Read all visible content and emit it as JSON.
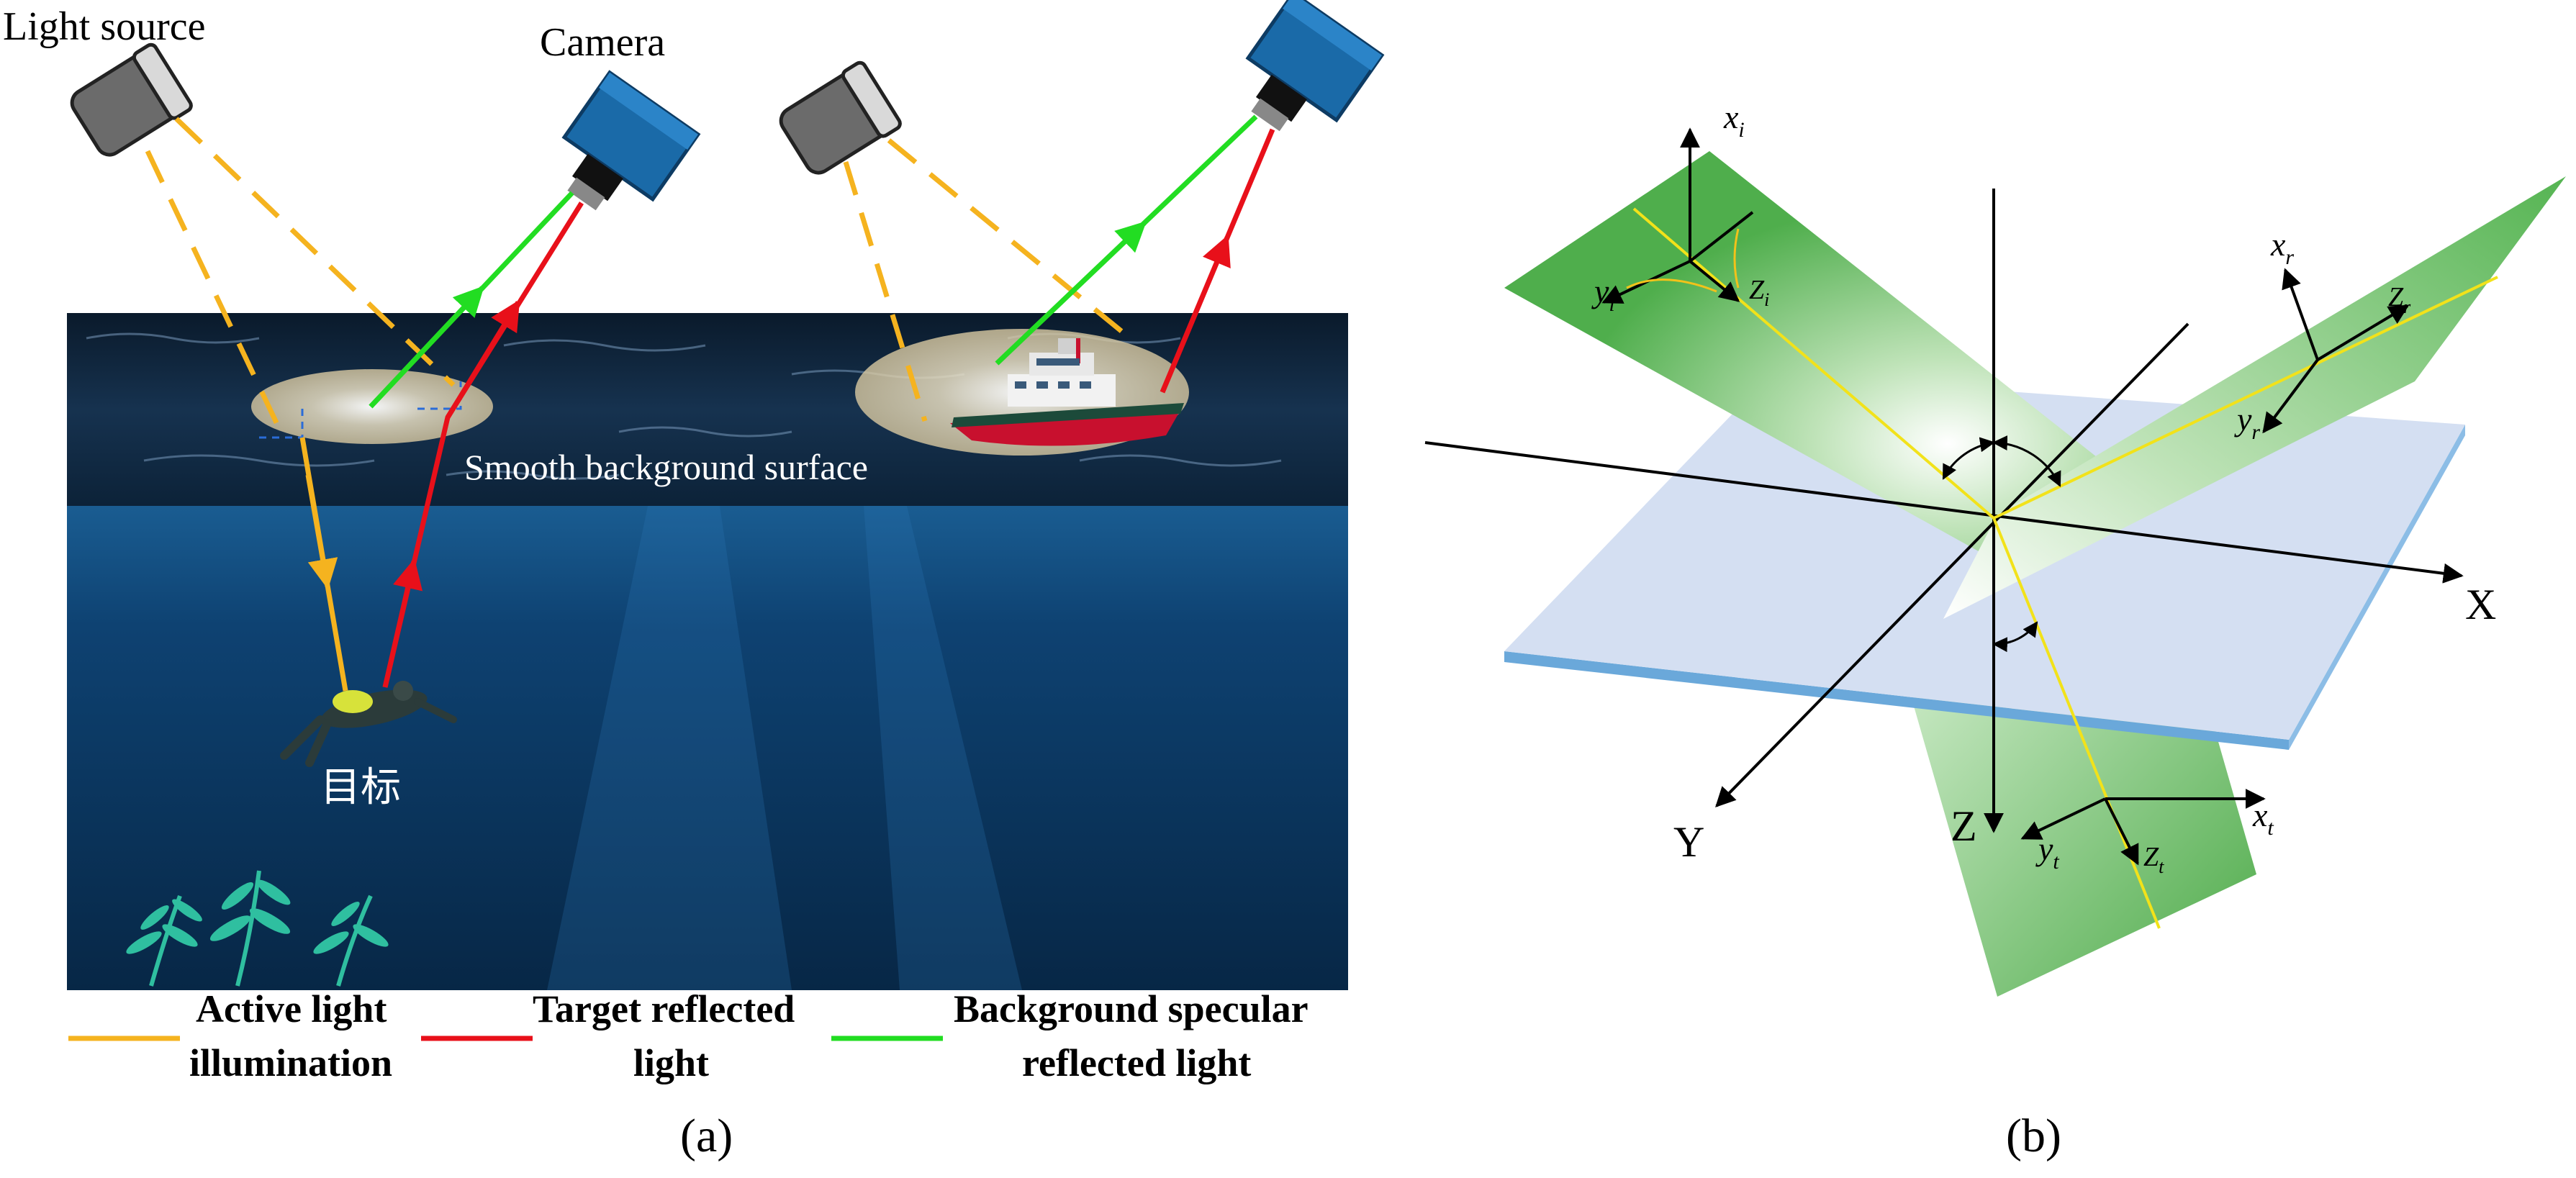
{
  "panel_a": {
    "label": "(a)",
    "light_source_label": "Light source",
    "camera_label": "Camera",
    "surface_label": "Smooth background surface",
    "target_label": "目标",
    "legend": [
      {
        "line1": "Active light",
        "line2": "illumination",
        "color": "#f5b31f"
      },
      {
        "line1": "Target reflected",
        "line2": "light",
        "color": "#e8101a"
      },
      {
        "line1": "Background specular",
        "line2": "reflected light",
        "color": "#22dd22"
      }
    ],
    "colors": {
      "illumination": "#f5b31f",
      "target_reflected": "#e8101a",
      "specular": "#22dd22",
      "water_deep": "#0a2f52",
      "water_surface": "#0b1f33",
      "camera_body": "#1a6aa8"
    }
  },
  "panel_b": {
    "label": "(b)",
    "axes": {
      "x": "X",
      "y": "Y",
      "z": "Z"
    },
    "incident": {
      "x": "x",
      "x_sub": "i",
      "y": "y",
      "y_sub": "i",
      "z": "Z",
      "z_sub": "i"
    },
    "reflected": {
      "x": "x",
      "x_sub": "r",
      "y": "y",
      "y_sub": "r",
      "z": "Z",
      "z_sub": "r"
    },
    "transmitted": {
      "x": "x",
      "x_sub": "t",
      "y": "y",
      "y_sub": "t",
      "z": "Z",
      "z_sub": "t"
    },
    "colors": {
      "plane_green": "#4caf50",
      "slab_top": "#d4dff2",
      "slab_edge": "#6aa8da",
      "ray": "#f2e21a"
    }
  }
}
